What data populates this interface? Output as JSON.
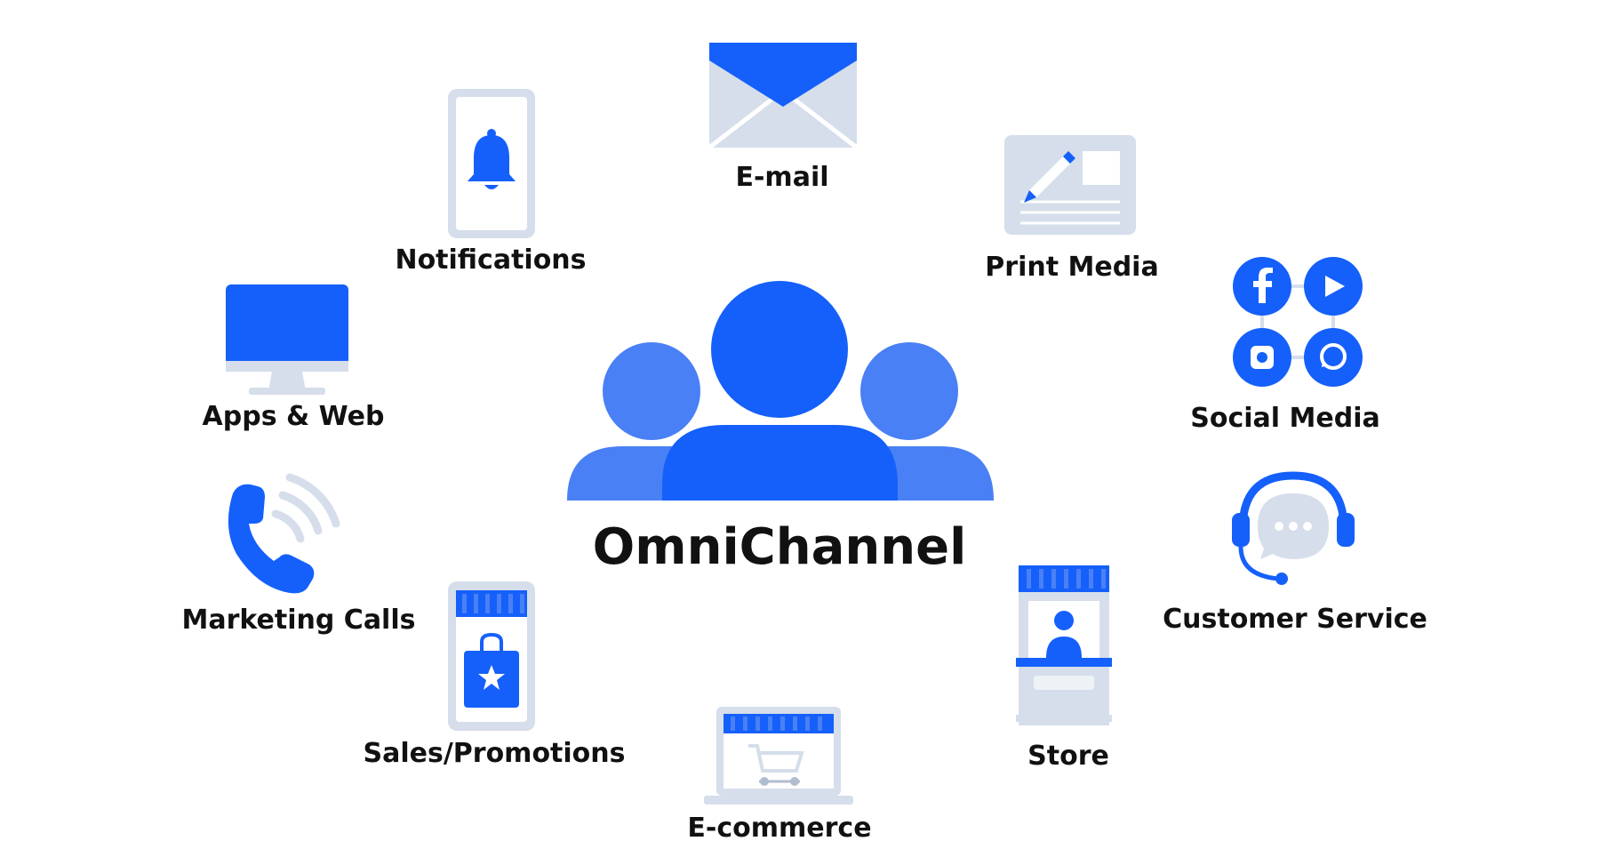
{
  "center": {
    "title": "OmniChannel",
    "icon": "group-icon"
  },
  "channels": {
    "email": {
      "label": "E-mail",
      "icon": "envelope-icon"
    },
    "notifications": {
      "label": "Notifications",
      "icon": "phone-bell-icon"
    },
    "print_media": {
      "label": "Print Media",
      "icon": "postcard-pencil-icon"
    },
    "apps_web": {
      "label": "Apps & Web",
      "icon": "desktop-monitor-icon"
    },
    "social_media": {
      "label": "Social Media",
      "icon": "social-network-icon"
    },
    "marketing_calls": {
      "label": "Marketing Calls",
      "icon": "phone-call-icon"
    },
    "customer_service": {
      "label": "Customer Service",
      "icon": "headset-chat-icon"
    },
    "sales_promotions": {
      "label": "Sales/Promotions",
      "icon": "mobile-shop-icon"
    },
    "store": {
      "label": "Store",
      "icon": "store-kiosk-icon"
    },
    "ecommerce": {
      "label": "E-commerce",
      "icon": "laptop-cart-icon"
    }
  },
  "colors": {
    "primary": "#1560FA",
    "secondary": "#4A80F5",
    "light": "#D5DEEA",
    "text": "#111111"
  }
}
